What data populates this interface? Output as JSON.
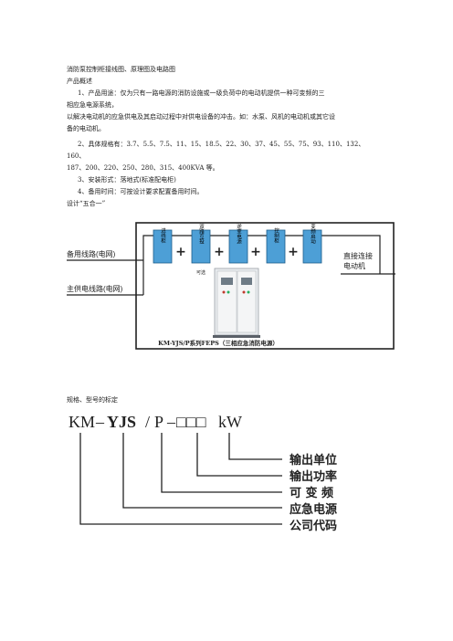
{
  "doc": {
    "title": "消防泵控制柜接线图、原理图及电路图",
    "overview": "产品概述",
    "item1_a": "1、产品用途：仅为只有一路电源的消防设施或一级负荷中的电动机提供一种可变频的三",
    "item1_b": "相应急电源系统，",
    "item1_c": "以解决电动机的应急供电及其启动过程中对供电设备的冲击。如：水泵、风机的电动机或其它设",
    "item1_d": "备的电动机。",
    "item2_a": "2、具体规格有：3.7、5.5、7.5、11、15、18.5、22、30、37、45、55、75、93、110、132、",
    "item2_b": "160、",
    "item2_c": "187、200、220、250、280、315、400KVA 等。",
    "item3": "3、安装形式：落地式(标准配电柜)",
    "item4": "4、备用时间：可按设计要求配置备用时间。",
    "design": "设计“五合一”",
    "spec_title": "规格、型号的标定"
  },
  "diagram1": {
    "boxes": [
      "进线柜",
      "双路互投",
      "逆变电源",
      "控制柜",
      "变频启动"
    ],
    "optional": "可选",
    "backup_line": "备用线路(电网)",
    "main_line": "主供电线路(电网)",
    "direct_a": "直接连接",
    "direct_b": "电动机",
    "caption": "KM-YJS/P系列FEPS（三相应急消防电源）",
    "colors": {
      "box": "#4d9fd6",
      "frame": "#222222"
    }
  },
  "diagram2": {
    "model": {
      "km": "KM",
      "dash1": "–",
      "yjs": "YJS",
      "slash": "/",
      "p": "P",
      "dash2": "–",
      "boxes": "□□□",
      "kw": "kW"
    },
    "labels": [
      "输出单位",
      "输出功率",
      "可 变 频",
      "应急电源",
      "公司代码"
    ]
  }
}
